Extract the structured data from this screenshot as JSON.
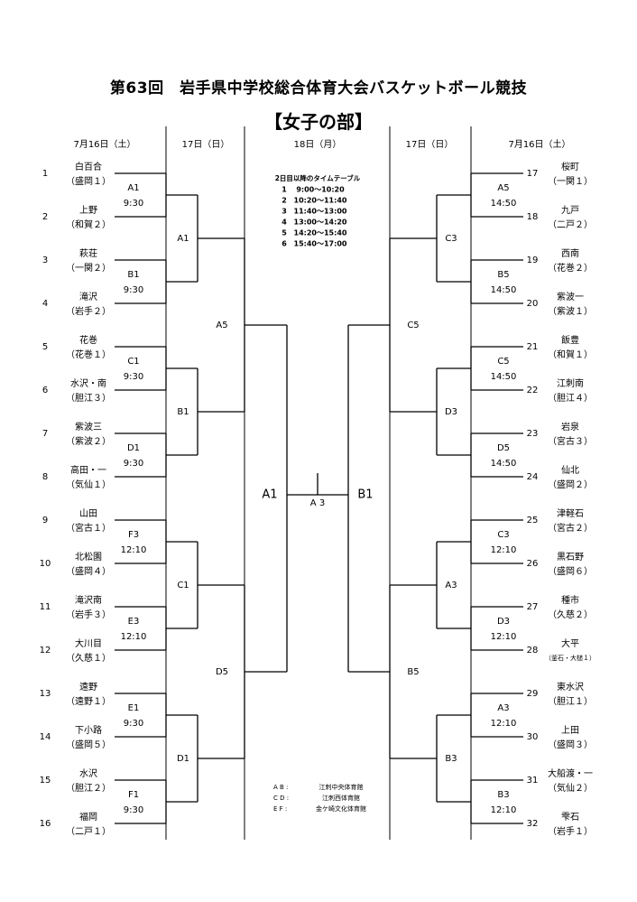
{
  "title": "第63回　岩手県中学校総合体育大会バスケットボール競技",
  "subtitle": "【女子の部】",
  "dates": [
    "7月16日（土）",
    "17日（日）",
    "18日（月）",
    "17日（日）",
    "7月16日（土）"
  ],
  "timetable": {
    "header": "2日目以降のタイムテーブル",
    "rows": [
      {
        "no": "1",
        "time": "9:00～10:20"
      },
      {
        "no": "2",
        "time": "10:20～11:40"
      },
      {
        "no": "3",
        "time": "11:40～13:00"
      },
      {
        "no": "4",
        "time": "13:00～14:20"
      },
      {
        "no": "5",
        "time": "14:20～15:40"
      },
      {
        "no": "6",
        "time": "15:40～17:00"
      }
    ]
  },
  "venues": [
    {
      "code": "A B :",
      "name": "江刺中央体育館"
    },
    {
      "code": "C D :",
      "name": "江刺西体育館"
    },
    {
      "code": "E F :",
      "name": "金ケ崎文化体育館"
    }
  ],
  "left_teams": [
    {
      "num": "1",
      "name": "白百合",
      "sub": "（盛岡１）"
    },
    {
      "num": "2",
      "name": "上野",
      "sub": "（和賀２）"
    },
    {
      "num": "3",
      "name": "萩荘",
      "sub": "（一関２）"
    },
    {
      "num": "4",
      "name": "滝沢",
      "sub": "（岩手２）"
    },
    {
      "num": "5",
      "name": "花巻",
      "sub": "（花巻１）"
    },
    {
      "num": "6",
      "name": "水沢・南",
      "sub": "（胆江３）"
    },
    {
      "num": "7",
      "name": "紫波三",
      "sub": "（紫波２）"
    },
    {
      "num": "8",
      "name": "高田・一",
      "sub": "（気仙１）"
    },
    {
      "num": "9",
      "name": "山田",
      "sub": "（宮古１）"
    },
    {
      "num": "10",
      "name": "北松園",
      "sub": "（盛岡４）"
    },
    {
      "num": "11",
      "name": "滝沢南",
      "sub": "（岩手３）"
    },
    {
      "num": "12",
      "name": "大川目",
      "sub": "（久慈１）"
    },
    {
      "num": "13",
      "name": "遠野",
      "sub": "（遠野１）"
    },
    {
      "num": "14",
      "name": "下小路",
      "sub": "（盛岡５）"
    },
    {
      "num": "15",
      "name": "水沢",
      "sub": "（胆江２）"
    },
    {
      "num": "16",
      "name": "福岡",
      "sub": "（二戸１）"
    }
  ],
  "right_teams": [
    {
      "num": "17",
      "name": "桜町",
      "sub": "（一関１）"
    },
    {
      "num": "18",
      "name": "九戸",
      "sub": "（二戸２）"
    },
    {
      "num": "19",
      "name": "西南",
      "sub": "（花巻２）"
    },
    {
      "num": "20",
      "name": "紫波一",
      "sub": "（紫波１）"
    },
    {
      "num": "21",
      "name": "飯豊",
      "sub": "（和賀１）"
    },
    {
      "num": "22",
      "name": "江刺南",
      "sub": "（胆江４）"
    },
    {
      "num": "23",
      "name": "岩泉",
      "sub": "（宮古３）"
    },
    {
      "num": "24",
      "name": "仙北",
      "sub": "（盛岡２）"
    },
    {
      "num": "25",
      "name": "津軽石",
      "sub": "（宮古２）"
    },
    {
      "num": "26",
      "name": "黒石野",
      "sub": "（盛岡６）"
    },
    {
      "num": "27",
      "name": "種市",
      "sub": "（久慈２）"
    },
    {
      "num": "28",
      "name": "大平",
      "sub": "（釜石・大槌１）"
    },
    {
      "num": "29",
      "name": "東水沢",
      "sub": "（胆江１）"
    },
    {
      "num": "30",
      "name": "上田",
      "sub": "（盛岡３）"
    },
    {
      "num": "31",
      "name": "大船渡・一",
      "sub": "（気仙２）"
    },
    {
      "num": "32",
      "name": "雫石",
      "sub": "（岩手１）"
    }
  ],
  "left_r1": [
    {
      "code": "A1",
      "time": "9:30"
    },
    {
      "code": "B1",
      "time": "9:30"
    },
    {
      "code": "C1",
      "time": "9:30"
    },
    {
      "code": "D1",
      "time": "9:30"
    },
    {
      "code": "F3",
      "time": "12:10"
    },
    {
      "code": "E3",
      "time": "12:10"
    },
    {
      "code": "E1",
      "time": "9:30"
    },
    {
      "code": "F1",
      "time": "9:30"
    }
  ],
  "right_r1": [
    {
      "code": "A5",
      "time": "14:50"
    },
    {
      "code": "B5",
      "time": "14:50"
    },
    {
      "code": "C5",
      "time": "14:50"
    },
    {
      "code": "D5",
      "time": "14:50"
    },
    {
      "code": "C3",
      "time": "12:10"
    },
    {
      "code": "D3",
      "time": "12:10"
    },
    {
      "code": "A3",
      "time": "12:10"
    },
    {
      "code": "B3",
      "time": "12:10"
    }
  ],
  "left_r2": [
    "A1",
    "B1",
    "C1",
    "D1"
  ],
  "right_r2": [
    "C3",
    "D3",
    "A3",
    "B3"
  ],
  "left_r3": [
    "A5",
    "D5"
  ],
  "right_r3": [
    "C5",
    "B5"
  ],
  "semis": {
    "left": "A1",
    "right": "B1"
  },
  "final": "A 3"
}
